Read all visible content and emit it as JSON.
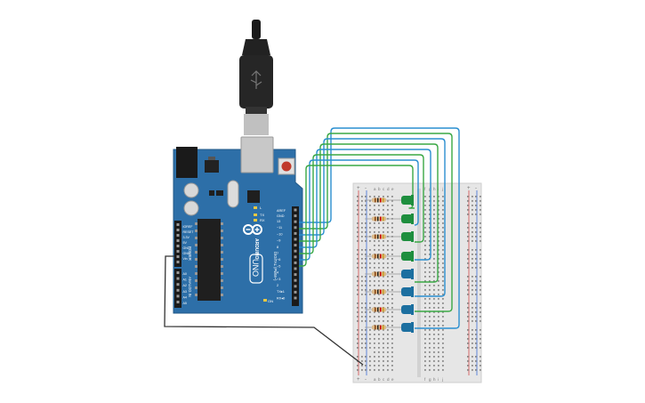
{
  "board": {
    "model": "UNO",
    "brand": "ARDUINO",
    "label_aref": "AREF",
    "label_gnd": "GND",
    "digital_pins": [
      "13",
      "~11",
      "~10",
      "~9",
      "8",
      "7",
      "~6",
      "~5",
      "4",
      "~3",
      "2",
      "TX▸1",
      "RX◂0"
    ],
    "label_digital": "DIGITAL (PWM~)",
    "label_power": "POWER",
    "label_analog": "ANALOG IN",
    "power_pins": [
      "IOREF",
      "RESET",
      "3.3V",
      "5V",
      "GND",
      "GND",
      "Vin"
    ],
    "analog_pins": [
      "A0",
      "A1",
      "A2",
      "A3",
      "A4",
      "A5"
    ],
    "tx_label": "TX",
    "rx_label": "RX",
    "l_label": "L",
    "on_label": "ON"
  },
  "breadboard": {
    "columns_left": [
      "a",
      "b",
      "c",
      "d",
      "e"
    ],
    "columns_right": [
      "f",
      "g",
      "h",
      "i",
      "j"
    ],
    "plus": "+",
    "minus": "-"
  },
  "colors": {
    "board": "#2d6fa8",
    "wire_blue": "#2a8fd0",
    "wire_green": "#3aa845",
    "wire_black": "#333333",
    "led_green": "#1e8e3e",
    "led_blue": "#1c6fa0",
    "breadboard": "#e6e6e6",
    "usb": "#222222"
  },
  "components": {
    "led_colors": [
      "green",
      "green",
      "green",
      "green",
      "blue",
      "blue",
      "blue",
      "blue"
    ],
    "resistor_count": 8,
    "usb_cable": "usb-cable-icon"
  }
}
